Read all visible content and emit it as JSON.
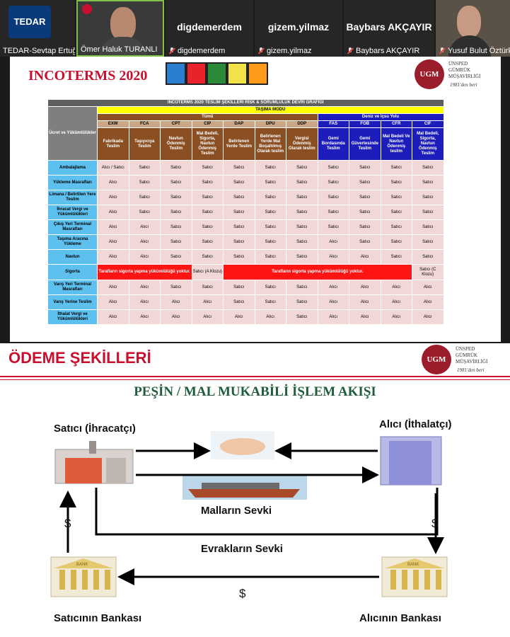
{
  "video_strip": {
    "tiles": [
      {
        "big": "",
        "label": "TEDAR-Sevtap Ertuğru...",
        "logo_text": "TEDAR"
      },
      {
        "big": "",
        "label": "Ömer Haluk TURANLI"
      },
      {
        "big": "digdemerdem",
        "label": "digdemerdem"
      },
      {
        "big": "gizem.yilmaz",
        "label": "gizem.yilmaz"
      },
      {
        "big": "Baybars AKÇAYIR",
        "label": "Baybars AKÇAYIR"
      },
      {
        "big": "",
        "label": "Yusuf Bulut Öztürk"
      }
    ]
  },
  "slide1": {
    "title": "INCOTERMS 2020",
    "logo": {
      "mark": "UGM",
      "line1": "ÜNSPED",
      "line2": "GÜMRÜK",
      "line3": "MÜŞAVİRLİĞİ",
      "since": "1981'den beri"
    },
    "table": {
      "title": "INCOTERMS 2020 TESLİM ŞEKİLLERİ RİSK & SORUMLULUK DEVRİ GRAFİĞİ",
      "corner": "Ücret ve Yükümlülükler",
      "mode_header": "TAŞIMA MODU",
      "group_all": "Tümü",
      "group_sea": "Deniz ve İçsu Yolu",
      "codes": [
        "EXW",
        "FCA",
        "CPT",
        "CIP",
        "DAP",
        "DPU",
        "DDP",
        "FAS",
        "FOB",
        "CFR",
        "CIF"
      ],
      "descs": [
        "Fabrikada Teslim",
        "Taşıyıcıya Teslim",
        "Navlun Ödenmiş Teslim",
        "Mal Bedeli, Sigorta, Navlun Ödenmiş Teslim",
        "Belirlenen Yerde Teslim",
        "Belirlenen Yerde Mal Boşaltılmış Olarak teslim",
        "Vergisi Ödenmiş Olarak teslim",
        "Gemi Bordasında Teslim",
        "Gemi Güvertesinde Teslim",
        "Mal Bedeli Ve Navlun Ödenmiş teslim",
        "Mal Bedeli, Sigorta, Navlun Ödenmiş Teslim"
      ],
      "rows": [
        {
          "label": "Ambalajlama",
          "cells": [
            "Alıcı / Satıcı",
            "Satıcı",
            "Satıcı",
            "Satıcı",
            "Satıcı",
            "Satıcı",
            "Satıcı",
            "Satıcı",
            "Satıcı",
            "Satıcı",
            "Satıcı"
          ]
        },
        {
          "label": "Yükleme Masrafları",
          "cells": [
            "Alıcı",
            "Satıcı",
            "Satıcı",
            "Satıcı",
            "Satıcı",
            "Satıcı",
            "Satıcı",
            "Satıcı",
            "Satıcı",
            "Satıcı",
            "Satıcı"
          ]
        },
        {
          "label": "Limana / Belirtilen Yere Teslim",
          "cells": [
            "Alıcı",
            "Satıcı",
            "Satıcı",
            "Satıcı",
            "Satıcı",
            "Satıcı",
            "Satıcı",
            "Satıcı",
            "Satıcı",
            "Satıcı",
            "Satıcı"
          ]
        },
        {
          "label": "İhracat Vergi ve Yükümlülükleri",
          "cells": [
            "Alıcı",
            "Satıcı",
            "Satıcı",
            "Satıcı",
            "Satıcı",
            "Satıcı",
            "Satıcı",
            "Satıcı",
            "Satıcı",
            "Satıcı",
            "Satıcı"
          ]
        },
        {
          "label": "Çıkış Yeri Terminal Masrafları",
          "cells": [
            "Alıcı",
            "Alıcı",
            "Satıcı",
            "Satıcı",
            "Satıcı",
            "Satıcı",
            "Satıcı",
            "Satıcı",
            "Satıcı",
            "Satıcı",
            "Satıcı"
          ]
        },
        {
          "label": "Taşıma Aracına Yükleme",
          "cells": [
            "Alıcı",
            "Alıcı",
            "Satıcı",
            "Satıcı",
            "Satıcı",
            "Satıcı",
            "Satıcı",
            "Alıcı",
            "Satıcı",
            "Satıcı",
            "Satıcı"
          ]
        },
        {
          "label": "Navlun",
          "cells": [
            "Alıcı",
            "Alıcı",
            "Satıcı",
            "Satıcı",
            "Satıcı",
            "Satıcı",
            "Satıcı",
            "Alıcı",
            "Alıcı",
            "Satıcı",
            "Satıcı"
          ]
        }
      ],
      "insurance": {
        "label": "Sigorta",
        "no_obligation_a": "Tarafların sigorta yapma yükümlülüğü yoktur.",
        "cip": "Satıcı (A Klozu)",
        "no_obligation_b": "Tarafların sigorta yapma yükümlülüğü yoktur.",
        "cif": "Satıcı (C Klozu)"
      },
      "rows2": [
        {
          "label": "Varış Yeri Terminal Masrafları",
          "cells": [
            "Alıcı",
            "Alıcı",
            "Satıcı",
            "Satıcı",
            "Satıcı",
            "Satıcı",
            "Satıcı",
            "Alıcı",
            "Alıcı",
            "Alıcı",
            "Alıcı"
          ]
        },
        {
          "label": "Varış Yerine Teslim",
          "cells": [
            "Alıcı",
            "Alıcı",
            "Alıcı",
            "Alıcı",
            "Satıcı",
            "Satıcı",
            "Satıcı",
            "Alıcı",
            "Alıcı",
            "Alıcı",
            "Alıcı"
          ]
        },
        {
          "label": "İthalat Vergi ve Yükümlülükleri",
          "cells": [
            "Alıcı",
            "Alıcı",
            "Alıcı",
            "Alıcı",
            "Alıcı",
            "Alıcı",
            "Satıcı",
            "Alıcı",
            "Alıcı",
            "Alıcı",
            "Alıcı"
          ]
        }
      ]
    }
  },
  "slide2": {
    "title": "ÖDEME ŞEKİLLERİ",
    "logo": {
      "mark": "UGM",
      "line1": "ÜNSPED",
      "line2": "GÜMRÜK",
      "line3": "MÜŞAVİRLİĞİ",
      "since": "1981'den beri"
    },
    "flow_title": "PEŞİN / MAL MUKABİLİ İŞLEM AKIŞI",
    "seller": "Satıcı (İhracatçı)",
    "buyer": "Alıcı (İthalatçı)",
    "goods": "Malların Sevki",
    "docs": "Evrakların Sevki",
    "seller_bank": "Satıcının Bankası",
    "buyer_bank": "Alıcının Bankası",
    "bank_sign": "BANK",
    "currency": "$"
  },
  "colors": {
    "brand_red": "#c8102e",
    "flow_green": "#1f5e3a",
    "sea_blue": "#1d1dbc",
    "all_brown": "#8a5024"
  }
}
